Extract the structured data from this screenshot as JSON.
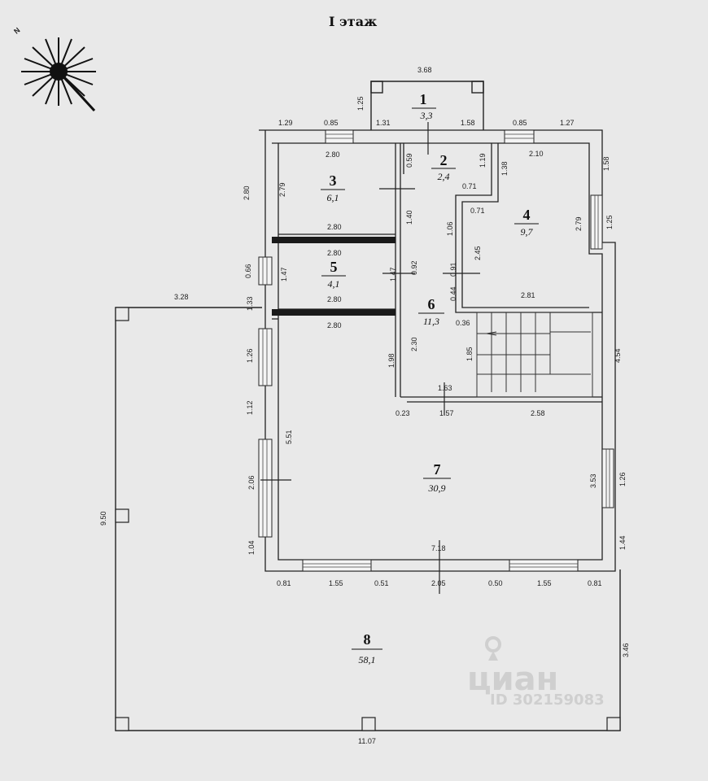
{
  "title": "I этаж",
  "rooms": [
    {
      "id": "1",
      "area": "3,3"
    },
    {
      "id": "2",
      "area": "2,4"
    },
    {
      "id": "3",
      "area": "6,1"
    },
    {
      "id": "4",
      "area": "9,7"
    },
    {
      "id": "5",
      "area": "4,1"
    },
    {
      "id": "6",
      "area": "11,3"
    },
    {
      "id": "7",
      "area": "30,9"
    },
    {
      "id": "8",
      "area": "58,1"
    }
  ],
  "dims": {
    "porch_top": "3.68",
    "porch_left": "1.25",
    "top_a": "1.29",
    "top_b": "0.85",
    "top_c": "1.31",
    "top_d": "1.58",
    "top_e": "0.85",
    "top_f": "1.27",
    "r3_top": "2.80",
    "r3_mid": "2.80",
    "r5_top": "2.80",
    "r5_mid": "2.80",
    "r5_bot": "2.80",
    "left_a": "2.80",
    "left_b": "0.66",
    "left_c": "1.33",
    "left_d": "1.26",
    "left_e": "1.12",
    "left_f": "2.06",
    "left_g": "1.04",
    "r3_h": "2.79",
    "r5_h": "1.47",
    "r7_h": "5.51",
    "r2_w": "0.59",
    "r2_h": "1.19",
    "r2_x": "0.71",
    "r4_top": "2.10",
    "r4_inner": "1.38",
    "r4_left": "0.71",
    "r4_h": "2.45",
    "r4_h2": "2.79",
    "r4_bot": "2.81",
    "right_a": "1.58",
    "right_b": "1.25",
    "right_c": "4.54",
    "right_d": "3.53",
    "right_e": "1.26",
    "right_f": "1.44",
    "right_g": "3.46",
    "c6_a": "1.40",
    "c6_b": "1.06",
    "c6_c": "0.92",
    "c6_d": "0.44",
    "c6_e": "0.36",
    "c6_f": "0.91",
    "c6_g": "1.47",
    "c6_h": "1.98",
    "c6_i": "2.30",
    "c6_j": "1.85",
    "c6_k": "1.63",
    "mid_a": "0.23",
    "mid_b": "1.57",
    "mid_c": "2.58",
    "bot_a": "0.81",
    "bot_b": "1.55",
    "bot_c": "0.51",
    "bot_d": "2.05",
    "bot_e": "0.50",
    "bot_f": "1.55",
    "bot_g": "0.81",
    "r7_w": "7.18",
    "terr_top": "3.28",
    "terr_left": "9.50",
    "terr_bot": "11.07"
  },
  "watermark": {
    "brand": "циан",
    "id": "ID 302159083"
  },
  "compass_letter": "N"
}
